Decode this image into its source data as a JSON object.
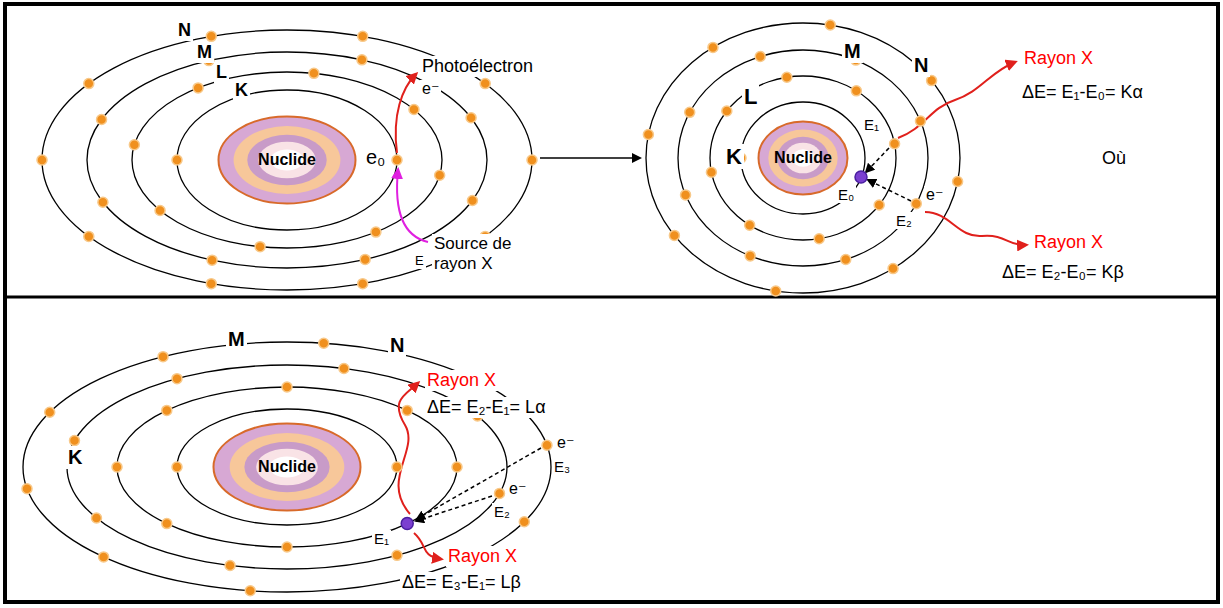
{
  "diagram": {
    "nodes": [
      {
        "text": [
          "Nuclide"
        ]
      },
      {
        "text": [
          "Nuclide"
        ]
      },
      {
        "text": [
          "Nuclide"
        ]
      }
    ],
    "labels": [
      "N",
      "M",
      "L",
      "K",
      "Photoélectron",
      "e⁻",
      "e₀",
      "E",
      "Source de rayon X",
      "M",
      "N",
      "L",
      "K",
      "E₁",
      "E₀",
      "e⁻",
      "E₂",
      "Rayon X",
      "ΔE= E₁-E₀= Kα",
      "Où",
      "Rayon X",
      "ΔE= E₂-E₀= Kβ",
      "M",
      "N",
      "K",
      "Rayon X",
      "ΔE= E₂-E₁= Lα",
      "E₂",
      "e⁻",
      "E₃",
      "E₁",
      "e⁻",
      "Rayon X",
      "ΔE= E₃-E₁= Lβ"
    ]
  }
}
